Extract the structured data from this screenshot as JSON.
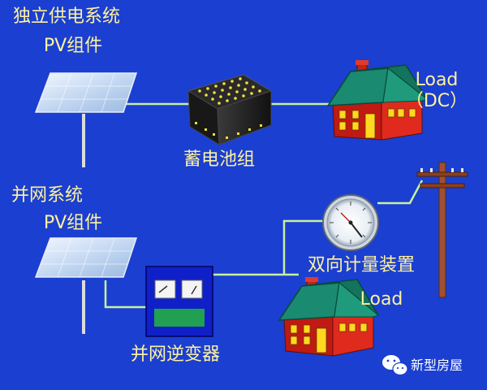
{
  "colors": {
    "background": "#1b3fd0",
    "label_text": "#fff2a0",
    "wire": "#c8f0a0",
    "house_wall": "#d8201a",
    "house_roof": "#1a8a70",
    "house_window": "#ffd820",
    "inverter_body": "#1020c8",
    "inverter_bar": "#20a050",
    "pole": "#a05030"
  },
  "off_grid": {
    "title": "独立供电系统",
    "pv_label": "PV组件",
    "battery_label": "蓄电池组",
    "load_label": "Load",
    "load_type": "（DC）",
    "icons": [
      "solar-panel-icon",
      "battery-bank-icon",
      "house-icon"
    ]
  },
  "grid_tied": {
    "title": "并网系统",
    "pv_label": "PV组件",
    "inverter_label": "并网逆变器",
    "meter_label": "双向计量装置",
    "load_label": "Load",
    "icons": [
      "solar-panel-icon",
      "inverter-icon",
      "meter-icon",
      "house-icon",
      "utility-pole-icon"
    ]
  },
  "watermark": {
    "text": "新型房屋",
    "icon": "wechat-icon"
  }
}
